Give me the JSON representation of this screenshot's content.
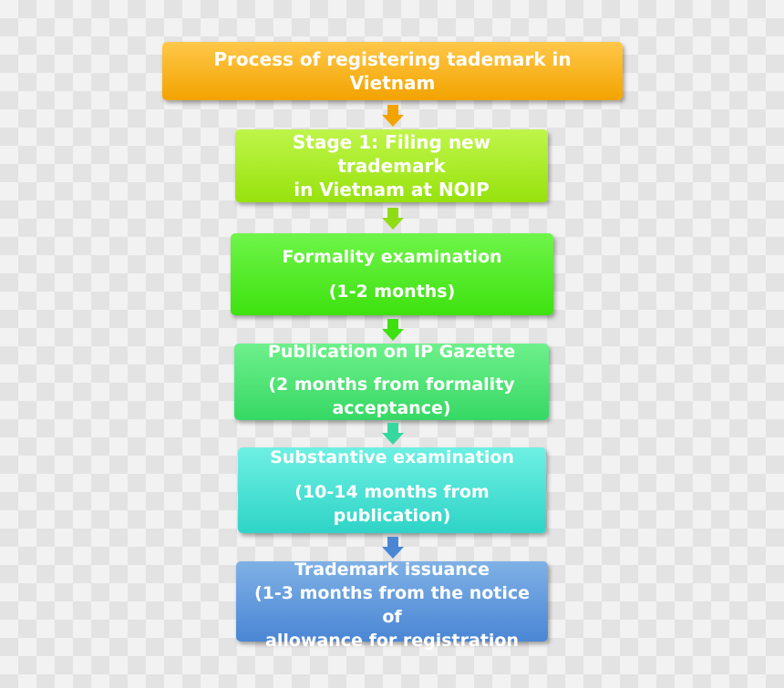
{
  "steps": [
    {
      "lines": [
        "Process of registering tademark in Vietnam"
      ]
    },
    {
      "lines": [
        "Stage 1: Filing new trademark",
        "in Vietnam at NOIP"
      ]
    },
    {
      "lines": [
        "Formality examination"
      ],
      "detail": [
        "(1-2 months)"
      ]
    },
    {
      "lines": [
        "Publication on IP Gazette"
      ],
      "detail": [
        "(2 months from formality",
        "acceptance)"
      ]
    },
    {
      "lines": [
        "Substantive examination"
      ],
      "detail": [
        "(10-14 months from",
        "publication)"
      ]
    },
    {
      "lines": [
        "Trademark issuance"
      ],
      "detail": [
        "(1-3 months from the notice of",
        "allowance for registration"
      ]
    }
  ],
  "colors": {
    "title": "#f2a300",
    "stage1": "#97e20d",
    "formality": "#3ee10f",
    "publication": "#36d864",
    "substantive": "#2ed4c7",
    "issuance": "#4a86d4"
  }
}
